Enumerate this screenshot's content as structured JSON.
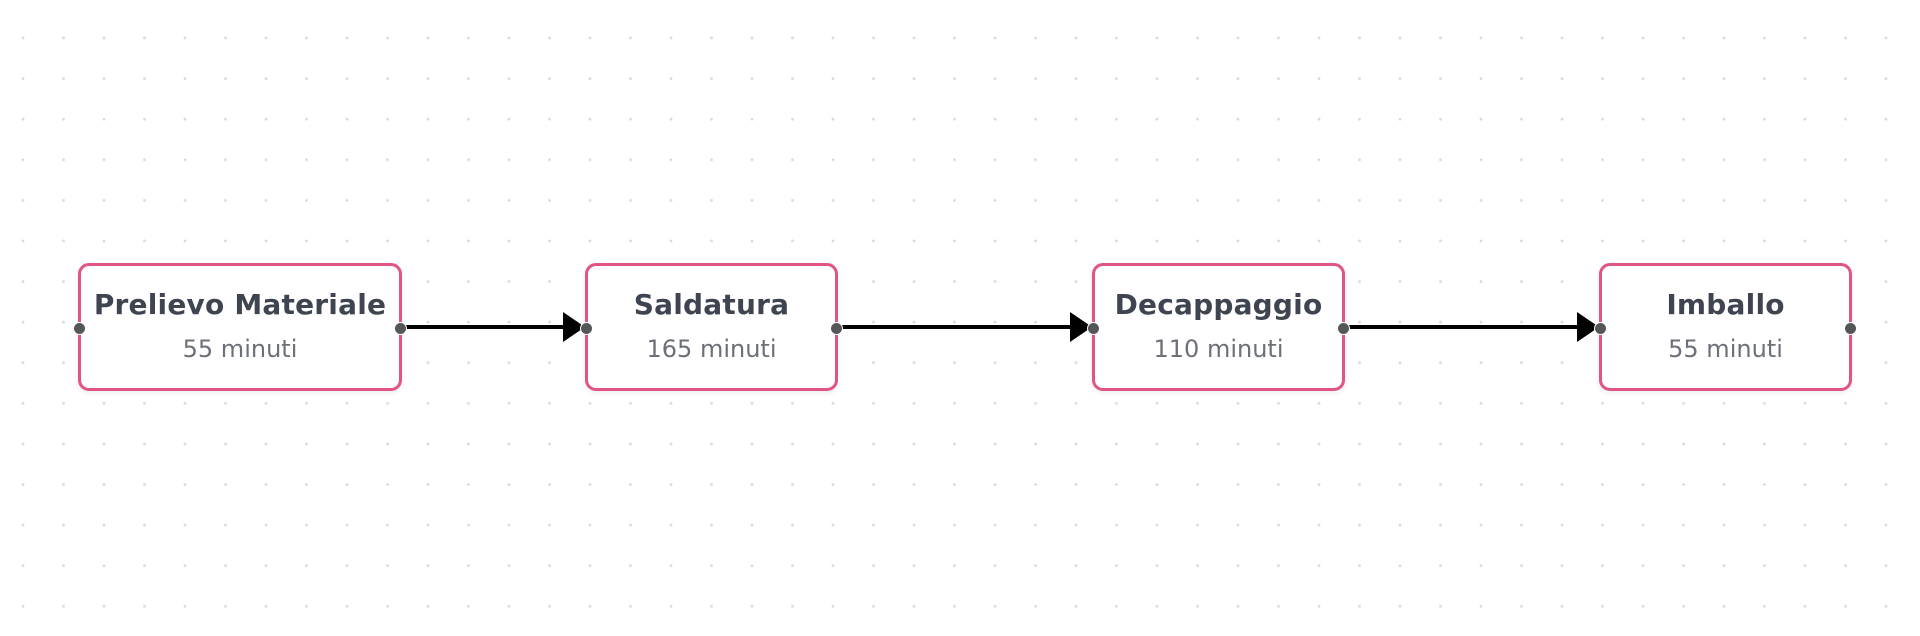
{
  "diagram": {
    "type": "flowchart",
    "direction": "left-to-right",
    "colors": {
      "node_border": "#e05585",
      "node_background": "#ffffff",
      "title_text": "#3f4550",
      "subtitle_text": "#6c7078",
      "edge": "#000000",
      "handle": "#555659",
      "grid_dot": "#d9d9d9"
    },
    "nodes": [
      {
        "id": "n1",
        "title": "Prelievo Materiale",
        "duration": "55 minuti"
      },
      {
        "id": "n2",
        "title": "Saldatura",
        "duration": "165 minuti"
      },
      {
        "id": "n3",
        "title": "Decappaggio",
        "duration": "110 minuti"
      },
      {
        "id": "n4",
        "title": "Imballo",
        "duration": "55 minuti"
      }
    ],
    "edges": [
      {
        "from": "n1",
        "to": "n2"
      },
      {
        "from": "n2",
        "to": "n3"
      },
      {
        "from": "n3",
        "to": "n4"
      }
    ]
  }
}
